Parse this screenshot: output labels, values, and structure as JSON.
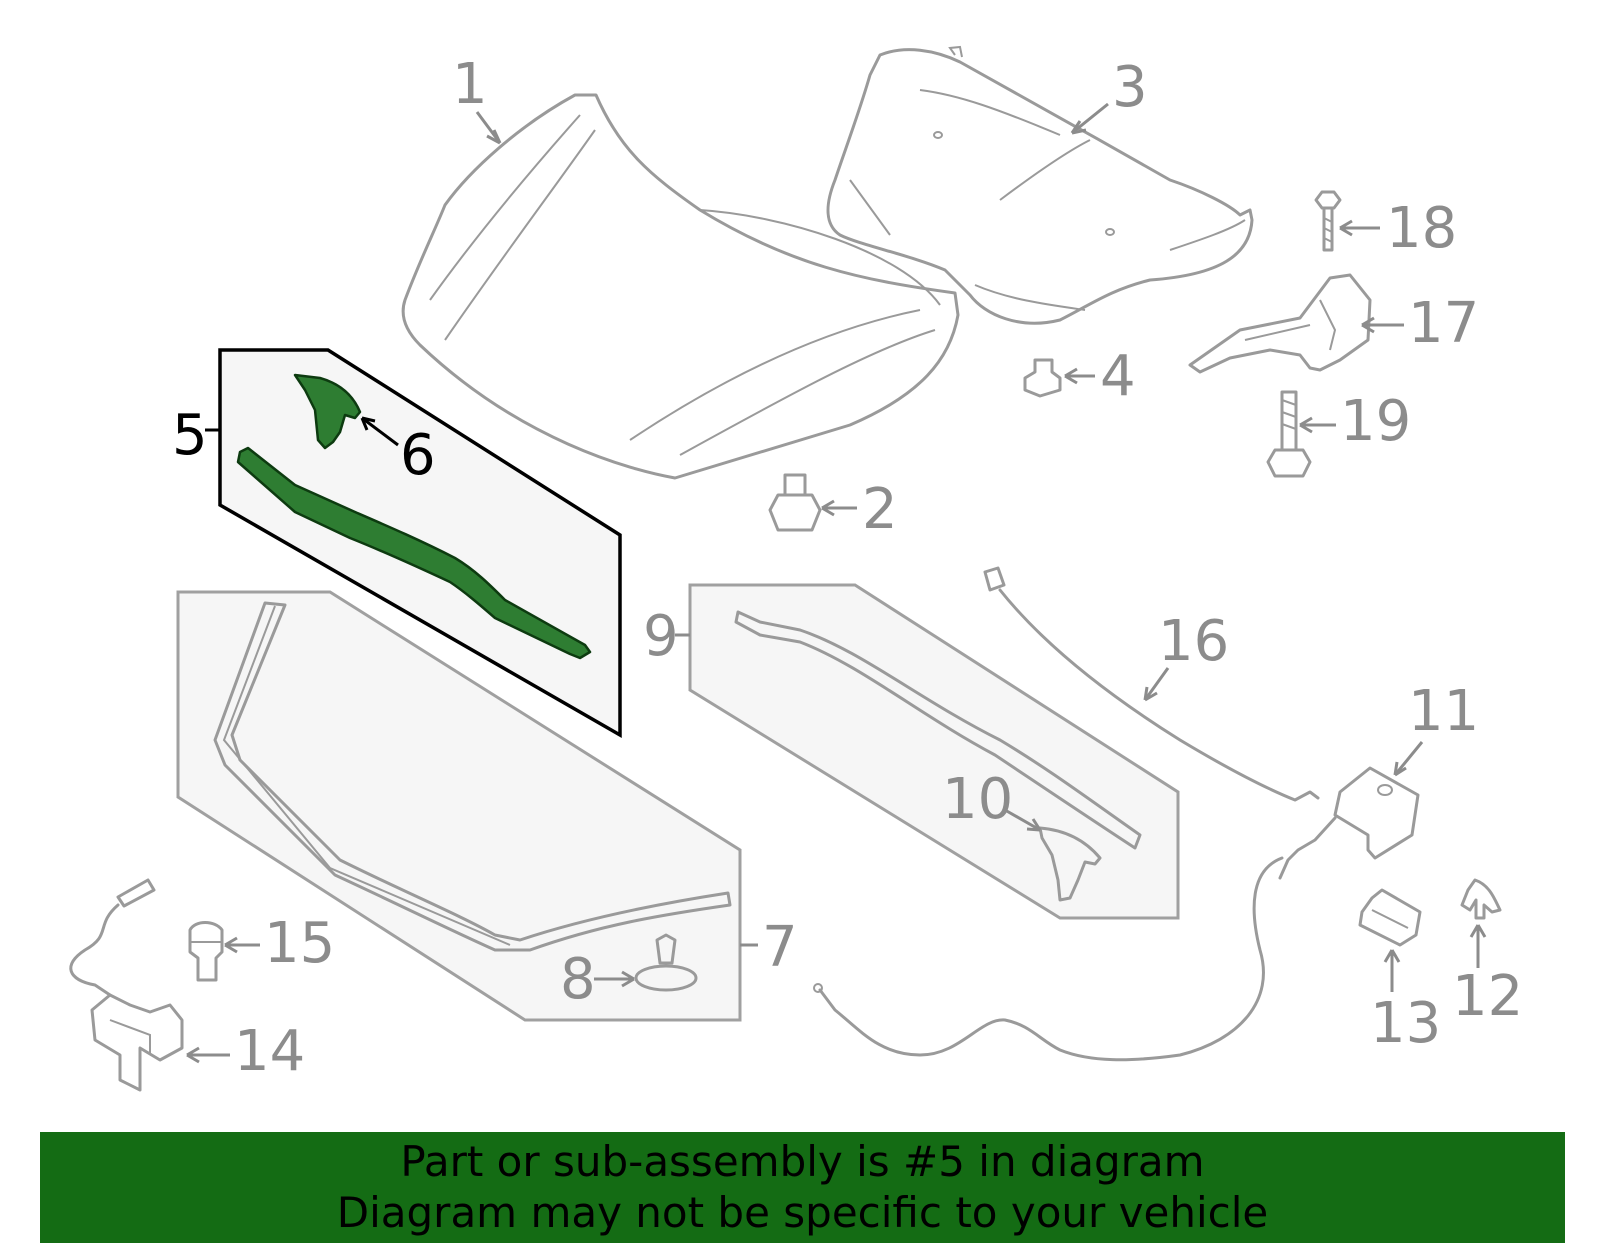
{
  "callouts": {
    "c1": "1",
    "c2": "2",
    "c3": "3",
    "c4": "4",
    "c5": "5",
    "c6": "6",
    "c7": "7",
    "c8": "8",
    "c9": "9",
    "c10": "10",
    "c11": "11",
    "c12": "12",
    "c13": "13",
    "c14": "14",
    "c15": "15",
    "c16": "16",
    "c17": "17",
    "c18": "18",
    "c19": "19"
  },
  "highlighted_part": "5",
  "banner": {
    "line1": "Part or sub-assembly is #5 in diagram",
    "line2": "Diagram may not be specific to your vehicle"
  },
  "colors": {
    "banner_background": "#146c14",
    "highlight_fill": "#2e7d32",
    "part_stroke": "#9a9a9a"
  }
}
